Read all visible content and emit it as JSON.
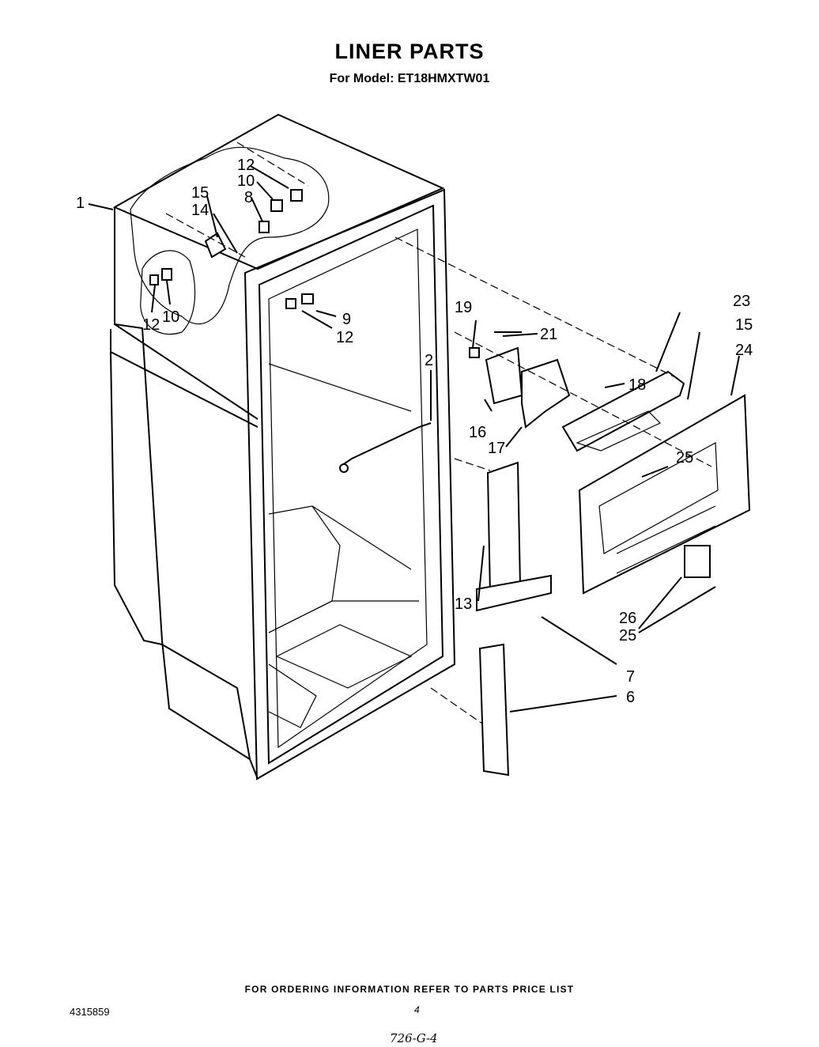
{
  "header": {
    "title": "LINER PARTS",
    "subtitle": "For Model: ET18HMXTW01"
  },
  "labels": {
    "l1": "1",
    "l2": "2",
    "l6": "6",
    "l7": "7",
    "l8": "8",
    "l9": "9",
    "l10a": "10",
    "l10b": "10",
    "l12a": "12",
    "l12b": "12",
    "l12c": "12",
    "l13": "13",
    "l14": "14",
    "l15a": "15",
    "l15b": "15",
    "l16": "16",
    "l17": "17",
    "l18": "18",
    "l19": "19",
    "l21": "21",
    "l23": "23",
    "l24": "24",
    "l25a": "25",
    "l25b": "25",
    "l26": "26"
  },
  "footer": {
    "ordering": "FOR ORDERING INFORMATION REFER TO PARTS PRICE LIST",
    "part_number": "4315859",
    "page": "4",
    "handwritten": "726-G-4"
  }
}
